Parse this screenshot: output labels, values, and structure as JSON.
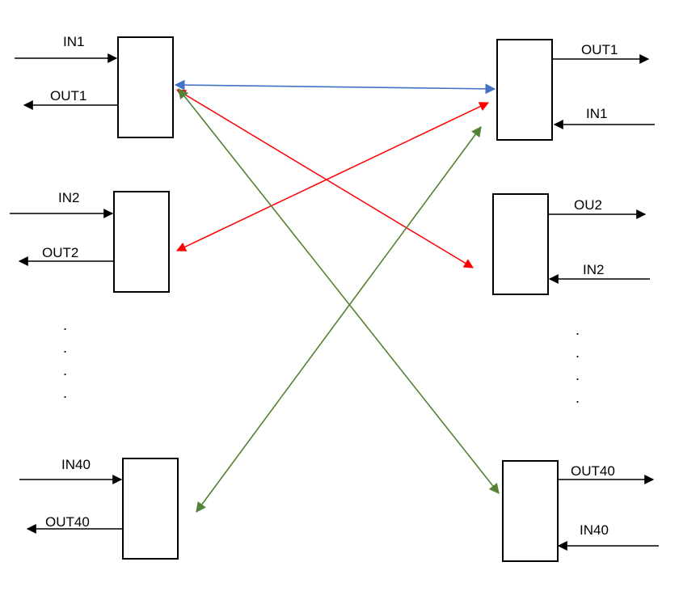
{
  "colors": {
    "box_stroke": "#000000",
    "signal": "#000000",
    "link_blue": "#4472c4",
    "link_red": "#ff0000",
    "link_green": "#538135"
  },
  "left_ports": {
    "port1": {
      "in_label": "IN1",
      "out_label": "OUT1"
    },
    "port2": {
      "in_label": "IN2",
      "out_label": "OUT2"
    },
    "port40": {
      "in_label": "IN40",
      "out_label": "OUT40"
    },
    "ellipsis": "."
  },
  "right_ports": {
    "port1": {
      "out_label": "OUT1",
      "in_label": "IN1"
    },
    "port2": {
      "out_label": "OU2",
      "in_label": "IN2"
    },
    "port40": {
      "out_label": "OUT40",
      "in_label": "IN40"
    },
    "ellipsis": "."
  }
}
